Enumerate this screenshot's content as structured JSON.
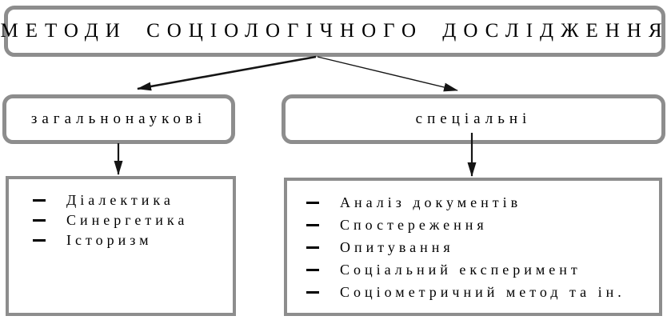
{
  "title": "МЕТОДИ СОЦІОЛОГІЧНОГО ДОСЛІДЖЕННЯ",
  "branches": [
    {
      "label": "загальнонаукові",
      "items": [
        "Діалектика",
        "Синергетика",
        "Історизм"
      ]
    },
    {
      "label": "спеціальні",
      "items": [
        "Аналіз документів",
        "Спостереження",
        "Опитування",
        "Соціальний експеримент",
        "Соціометричний метод та ін."
      ]
    }
  ],
  "colors": {
    "border": "#8d8d8d",
    "arrow": "#151515",
    "text": "#000000",
    "background": "#ffffff"
  }
}
